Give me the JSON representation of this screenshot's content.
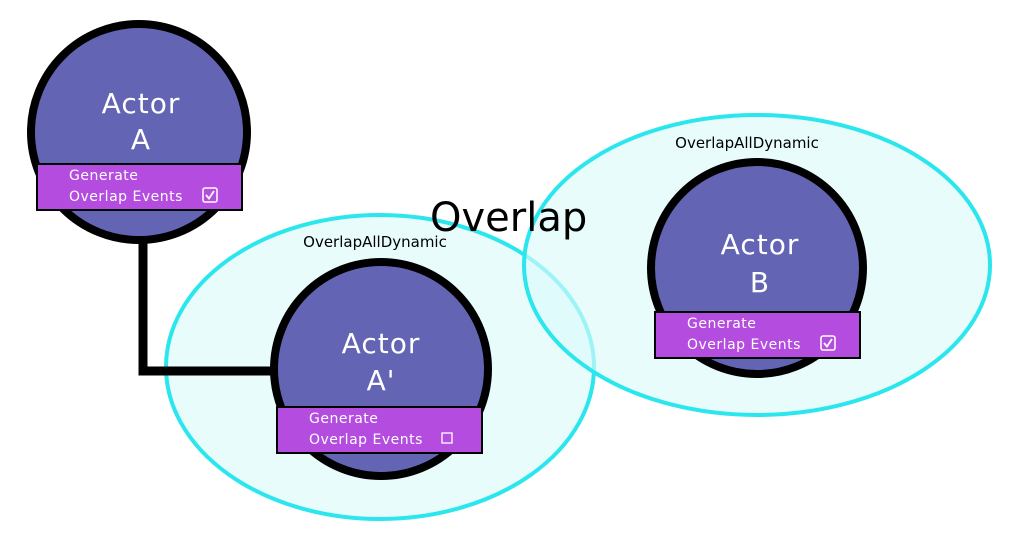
{
  "colors": {
    "actor_fill": "#6464b4",
    "actor_stroke": "#000000",
    "flag_fill": "#b44ce0",
    "region_fill": "#dcfafa",
    "region_stroke": "#2ce6ee",
    "connector": "#000000"
  },
  "overlap_label": "Overlap",
  "regions": {
    "a_prime": {
      "label": "OverlapAllDynamic"
    },
    "b": {
      "label": "OverlapAllDynamic"
    }
  },
  "actors": {
    "a": {
      "title_line1": "Actor",
      "title_line2": "A",
      "flag_line1": "Generate",
      "flag_line2": "Overlap Events",
      "checked": true
    },
    "a_prime": {
      "title_line1": "Actor",
      "title_line2": "A'",
      "flag_line1": "Generate",
      "flag_line2": "Overlap Events",
      "checked": false
    },
    "b": {
      "title_line1": "Actor",
      "title_line2": "B",
      "flag_line1": "Generate",
      "flag_line2": "Overlap Events",
      "checked": true
    }
  }
}
